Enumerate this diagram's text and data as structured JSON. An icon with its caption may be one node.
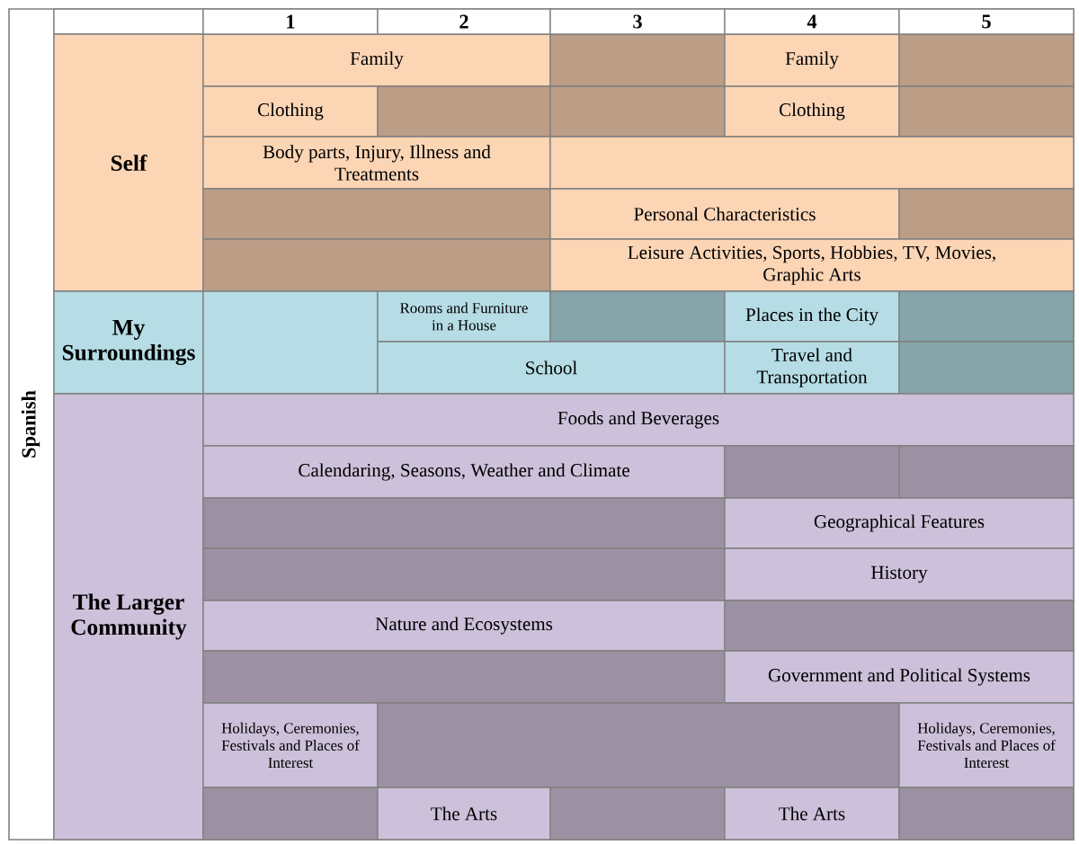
{
  "diagram": {
    "nodes": [
      {
        "text": [
          "Self"
        ]
      },
      {
        "text": [
          "Family"
        ]
      },
      {
        "text": [],
        "shape": "box"
      },
      {
        "text": [
          "Family"
        ]
      },
      {
        "text": [],
        "shape": "box"
      },
      {
        "text": [
          "Clothing"
        ]
      },
      {
        "text": [],
        "shape": "box"
      },
      {
        "text": [],
        "shape": "box"
      },
      {
        "text": [
          "Clothing"
        ]
      },
      {
        "text": [],
        "shape": "box"
      },
      {
        "text": [
          "Body parts, Injury, Illness and Treatments"
        ]
      },
      {
        "text": [],
        "shape": "box"
      },
      {
        "text": [],
        "shape": "box"
      },
      {
        "text": [
          "Personal Characteristics"
        ]
      },
      {
        "text": [],
        "shape": "box"
      },
      {
        "text": [],
        "shape": "box"
      },
      {
        "text": [
          "Leisure Activities, Sports, Hobbies, TV, Movies, Graphic Arts"
        ]
      },
      {
        "text": [
          "My Surroundings"
        ]
      },
      {
        "text": [],
        "shape": "box"
      },
      {
        "text": [
          "Rooms and Furniture in a House"
        ]
      },
      {
        "text": [],
        "shape": "box"
      },
      {
        "text": [
          "Places in the City"
        ]
      },
      {
        "text": [],
        "shape": "box"
      },
      {
        "text": [
          "School"
        ]
      },
      {
        "text": [
          "Travel and Transportation"
        ]
      },
      {
        "text": [],
        "shape": "box"
      },
      {
        "text": [
          "The Larger Community"
        ]
      },
      {
        "text": [
          "Foods and Beverages"
        ]
      },
      {
        "text": [
          "Calendaring, Seasons, Weather and Climate"
        ]
      },
      {
        "text": [],
        "shape": "box"
      },
      {
        "text": [],
        "shape": "box"
      },
      {
        "text": [],
        "shape": "box"
      },
      {
        "text": [
          "Geographical Features"
        ]
      },
      {
        "text": [],
        "shape": "box"
      },
      {
        "text": [
          "History"
        ]
      },
      {
        "text": [
          "Nature and Ecosystems"
        ]
      },
      {
        "text": [],
        "shape": "box"
      },
      {
        "text": [],
        "shape": "box"
      },
      {
        "text": [
          "Government and Political Systems"
        ]
      },
      {
        "text": [
          "Holidays, Ceremonies, Festivals and Places of Interest"
        ]
      },
      {
        "text": [],
        "shape": "box"
      },
      {
        "text": [
          "Holidays, Ceremonies, Festivals and Places of Interest"
        ]
      },
      {
        "text": [],
        "shape": "box"
      },
      {
        "text": [
          "The Arts"
        ]
      },
      {
        "text": [],
        "shape": "box"
      },
      {
        "text": [
          "The Arts"
        ]
      },
      {
        "text": [],
        "shape": "box"
      }
    ],
    "labels": [
      "1",
      "2",
      "3",
      "4",
      "5",
      "Spanish"
    ]
  }
}
